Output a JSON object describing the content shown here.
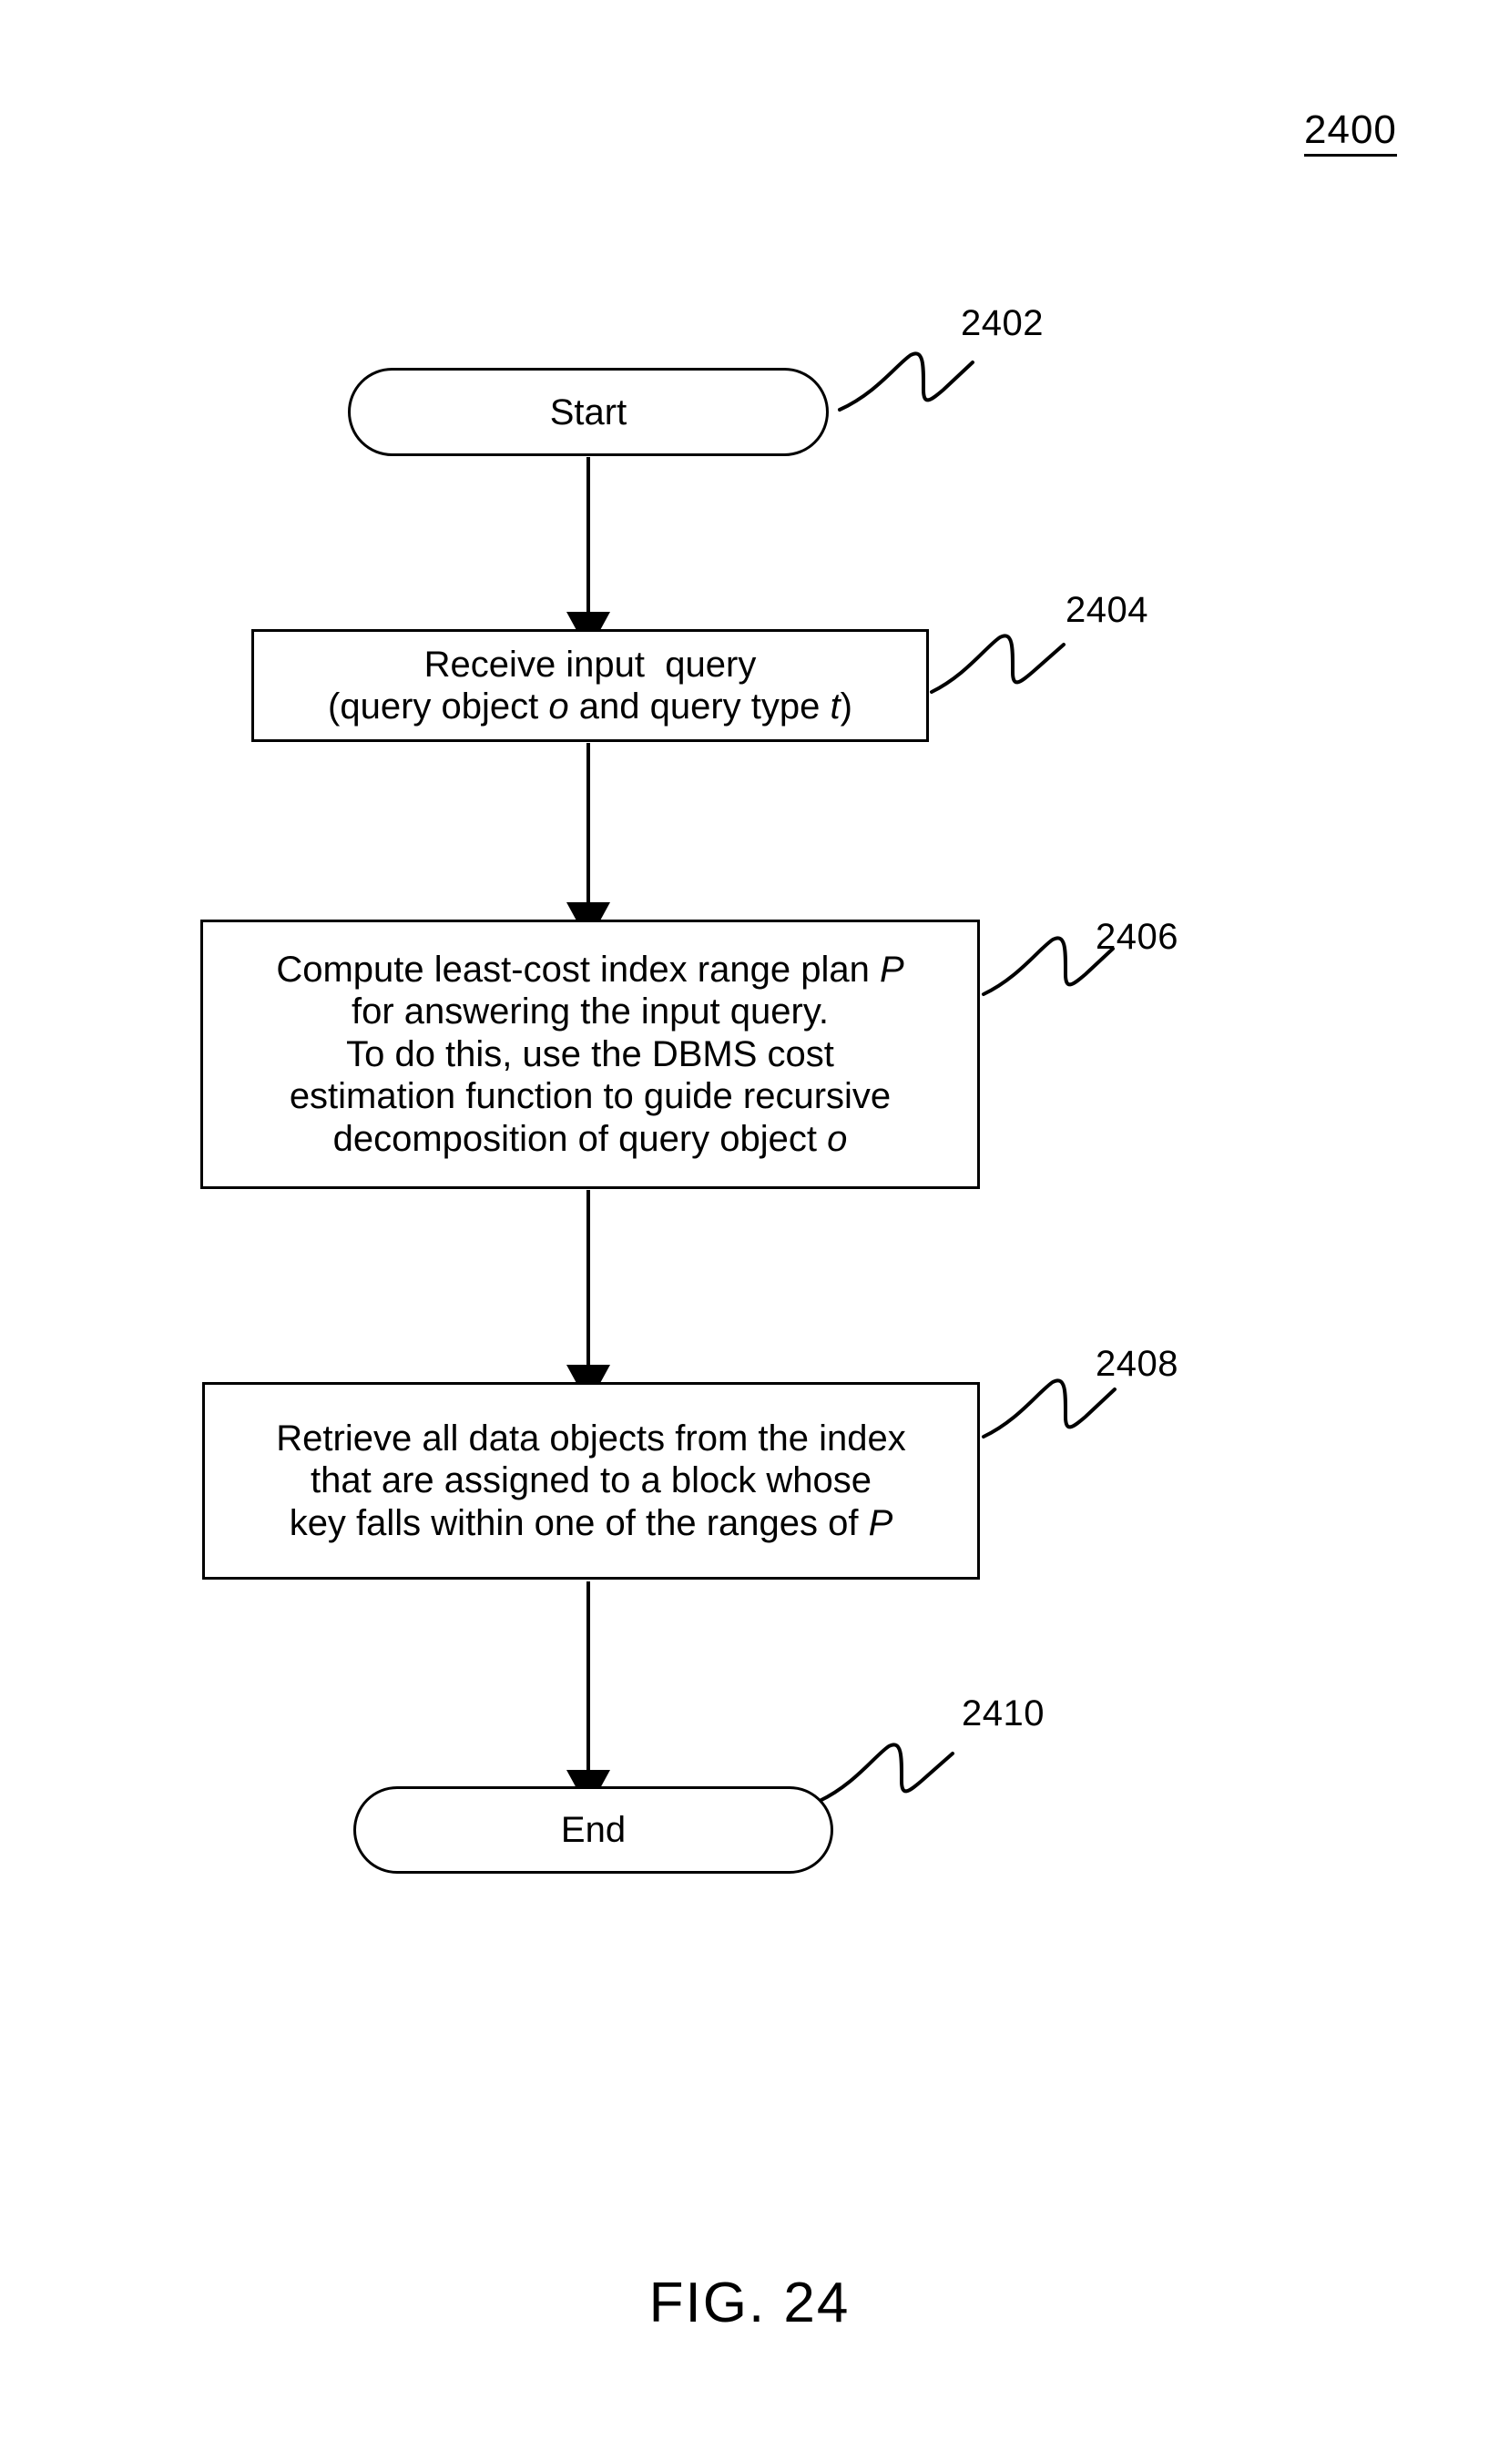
{
  "figure": {
    "number": "2400",
    "caption": "FIG. 24"
  },
  "flowchart": {
    "type": "flowchart",
    "nodes": [
      {
        "ref": "2402",
        "shape": "terminator",
        "label": "Start",
        "lines": [
          "Start"
        ]
      },
      {
        "ref": "2404",
        "shape": "process",
        "lines": [
          "Receive input  query",
          "(query object o and query type t)"
        ]
      },
      {
        "ref": "2406",
        "shape": "process",
        "lines": [
          "Compute least-cost index range plan P",
          "for answering the input query.",
          "To do this, use the DBMS cost",
          "estimation function to guide recursive",
          "decomposition of query object o"
        ]
      },
      {
        "ref": "2408",
        "shape": "process",
        "lines": [
          "Retrieve all data objects from the index",
          "that are assigned to a block whose",
          "key falls within one of the ranges of P"
        ]
      },
      {
        "ref": "2410",
        "shape": "terminator",
        "label": "End",
        "lines": [
          "End"
        ]
      }
    ],
    "edges": [
      {
        "from": "2402",
        "to": "2404"
      },
      {
        "from": "2404",
        "to": "2406"
      },
      {
        "from": "2406",
        "to": "2408"
      },
      {
        "from": "2408",
        "to": "2410"
      }
    ],
    "reference_labels": [
      "2402",
      "2404",
      "2406",
      "2408",
      "2410"
    ],
    "colors": {
      "stroke": "#000000",
      "background": "#ffffff",
      "text": "#000000"
    }
  },
  "text_fragments": {
    "start": "Start",
    "end": "End",
    "receive_line1": "Receive input  query",
    "receive_line2_a": "(query object ",
    "receive_line2_o": "o",
    "receive_line2_b": " and query type ",
    "receive_line2_t": "t",
    "receive_line2_c": ")",
    "compute_line1_a": "Compute least-cost index range plan ",
    "compute_line1_p": "P",
    "compute_line2": "for answering the input query.",
    "compute_line3": "To do this, use the DBMS cost",
    "compute_line4": "estimation function to guide recursive",
    "compute_line5_a": "decomposition of query object ",
    "compute_line5_o": "o",
    "retrieve_line1": "Retrieve all data objects from the index",
    "retrieve_line2": "that are assigned to a block whose",
    "retrieve_line3_a": "key falls within one of the ranges of ",
    "retrieve_line3_p": "P"
  }
}
